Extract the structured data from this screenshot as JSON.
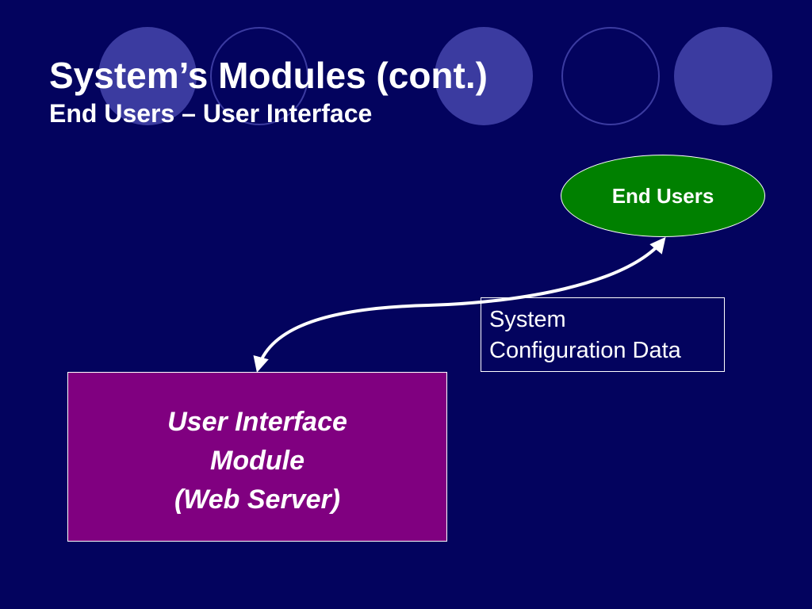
{
  "slide": {
    "title": "System’s Modules (cont.)",
    "subtitle": "End Users – User Interface"
  },
  "diagram": {
    "end_users": {
      "label": "End Users",
      "color": "#008000"
    },
    "data_label": {
      "line1": "System",
      "line2": "Configuration Data"
    },
    "module": {
      "line1": "User Interface",
      "line2": "Module",
      "line3": "(Web Server)",
      "color": "#800080"
    },
    "connector": {
      "from": "End Users",
      "to": "User Interface Module",
      "direction": "bidirectional"
    }
  },
  "colors": {
    "background": "#03035e",
    "decoration": "#3b3ba0",
    "text": "#ffffff"
  }
}
